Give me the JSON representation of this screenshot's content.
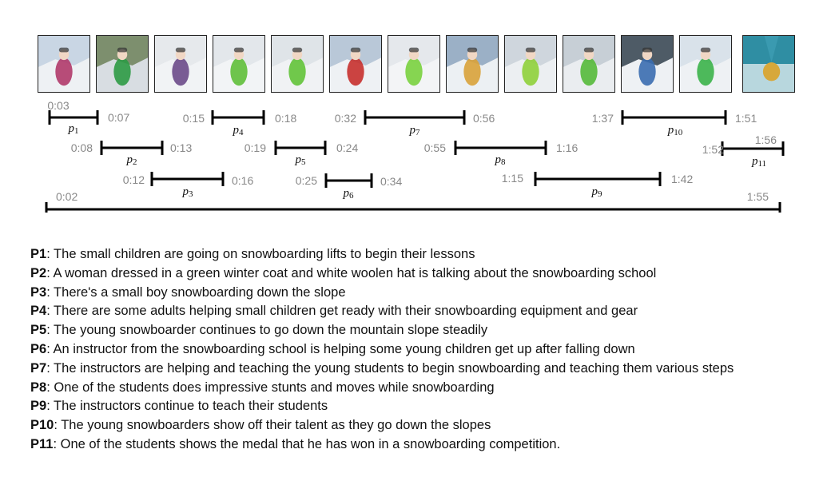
{
  "thumbnails": [
    {
      "icon": "ski-resort-child-photo",
      "sky": "#c9d6e4",
      "ground": "#eef1f4",
      "accent": "#b03a6a"
    },
    {
      "icon": "woman-green-coat-photo",
      "sky": "#7d8f6e",
      "ground": "#d8dde2",
      "accent": "#2e9a45"
    },
    {
      "icon": "child-snowboarding-photo",
      "sky": "#e6e9ec",
      "ground": "#f1f3f5",
      "accent": "#6b4a8a"
    },
    {
      "icon": "adults-helping-children-photo",
      "sky": "#e3e7eb",
      "ground": "#f2f4f6",
      "accent": "#5fbf3a"
    },
    {
      "icon": "instructor-green-jacket-photo",
      "sky": "#dfe4e8",
      "ground": "#f0f2f4",
      "accent": "#62c338"
    },
    {
      "icon": "young-snowboarder-slope-photo",
      "sky": "#b9c8d8",
      "ground": "#eef1f4",
      "accent": "#c7302e"
    },
    {
      "icon": "instructor-helping-child-photo",
      "sky": "#e5e8ec",
      "ground": "#f3f4f6",
      "accent": "#7ad23f"
    },
    {
      "icon": "instructors-teaching-photo",
      "sky": "#9bb0c6",
      "ground": "#ecf0f3",
      "accent": "#d9a23a"
    },
    {
      "icon": "student-stunt-photo",
      "sky": "#cfd6dd",
      "ground": "#eceff2",
      "accent": "#8fd03a"
    },
    {
      "icon": "instructor-kneeling-photo",
      "sky": "#c7cfd6",
      "ground": "#eaedf0",
      "accent": "#55b93a"
    },
    {
      "icon": "snowboarders-slope-photo",
      "sky": "#4e5b66",
      "ground": "#eef1f4",
      "accent": "#3a6db0"
    },
    {
      "icon": "instructor-sunglasses-photo",
      "sky": "#d9e2ea",
      "ground": "#eef1f4",
      "accent": "#3bb34a"
    },
    {
      "icon": "medal-photo",
      "sky": "#2f8ea3",
      "ground": "#b8d7de",
      "accent": "#d7a83a"
    }
  ],
  "segments": [
    {
      "label": "p1",
      "start": "0:03",
      "end": "0:07"
    },
    {
      "label": "p2",
      "start": "0:08",
      "end": "0:13"
    },
    {
      "label": "p3",
      "start": "0:12",
      "end": "0:16"
    },
    {
      "label": "p4",
      "start": "0:15",
      "end": "0:18"
    },
    {
      "label": "p5",
      "start": "0:19",
      "end": "0:24"
    },
    {
      "label": "p6",
      "start": "0:25",
      "end": "0:34"
    },
    {
      "label": "p7",
      "start": "0:32",
      "end": "0:56"
    },
    {
      "label": "p8",
      "start": "0:55",
      "end": "1:16"
    },
    {
      "label": "p9",
      "start": "1:15",
      "end": "1:42"
    },
    {
      "label": "p10",
      "start": "1:37",
      "end": "1:51"
    },
    {
      "label": "p11",
      "start": "1:52",
      "end": "1:56"
    }
  ],
  "overall": {
    "start": "0:02",
    "end": "1:55"
  },
  "descriptions": [
    {
      "key": "P1",
      "text": ": The small children are going on snowboarding lifts to begin their lessons"
    },
    {
      "key": "P2",
      "text": ": A woman dressed in a green winter coat and white woolen hat is talking about the snowboarding school"
    },
    {
      "key": "P3",
      "text": ": There's a small boy snowboarding down the slope"
    },
    {
      "key": "P4",
      "text": ": There are some adults helping small children get ready with their snowboarding equipment and gear"
    },
    {
      "key": "P5",
      "text": ": The young snowboarder continues to go down the mountain slope steadily"
    },
    {
      "key": "P6",
      "text": ": An instructor from the snowboarding school is helping some young children get up after falling down"
    },
    {
      "key": "P7",
      "text": ": The instructors are helping and teaching the young students to begin snowboarding and teaching them various steps"
    },
    {
      "key": "P8",
      "text": ": One of the students does impressive stunts and moves while snowboarding"
    },
    {
      "key": "P9",
      "text": ": The instructors continue to teach their students"
    },
    {
      "key": "P10",
      "text": ": The young snowboarders show off their talent as they go down the slopes"
    },
    {
      "key": "P11",
      "text": ": One of the students shows the medal that he has won in a snowboarding competition."
    }
  ]
}
